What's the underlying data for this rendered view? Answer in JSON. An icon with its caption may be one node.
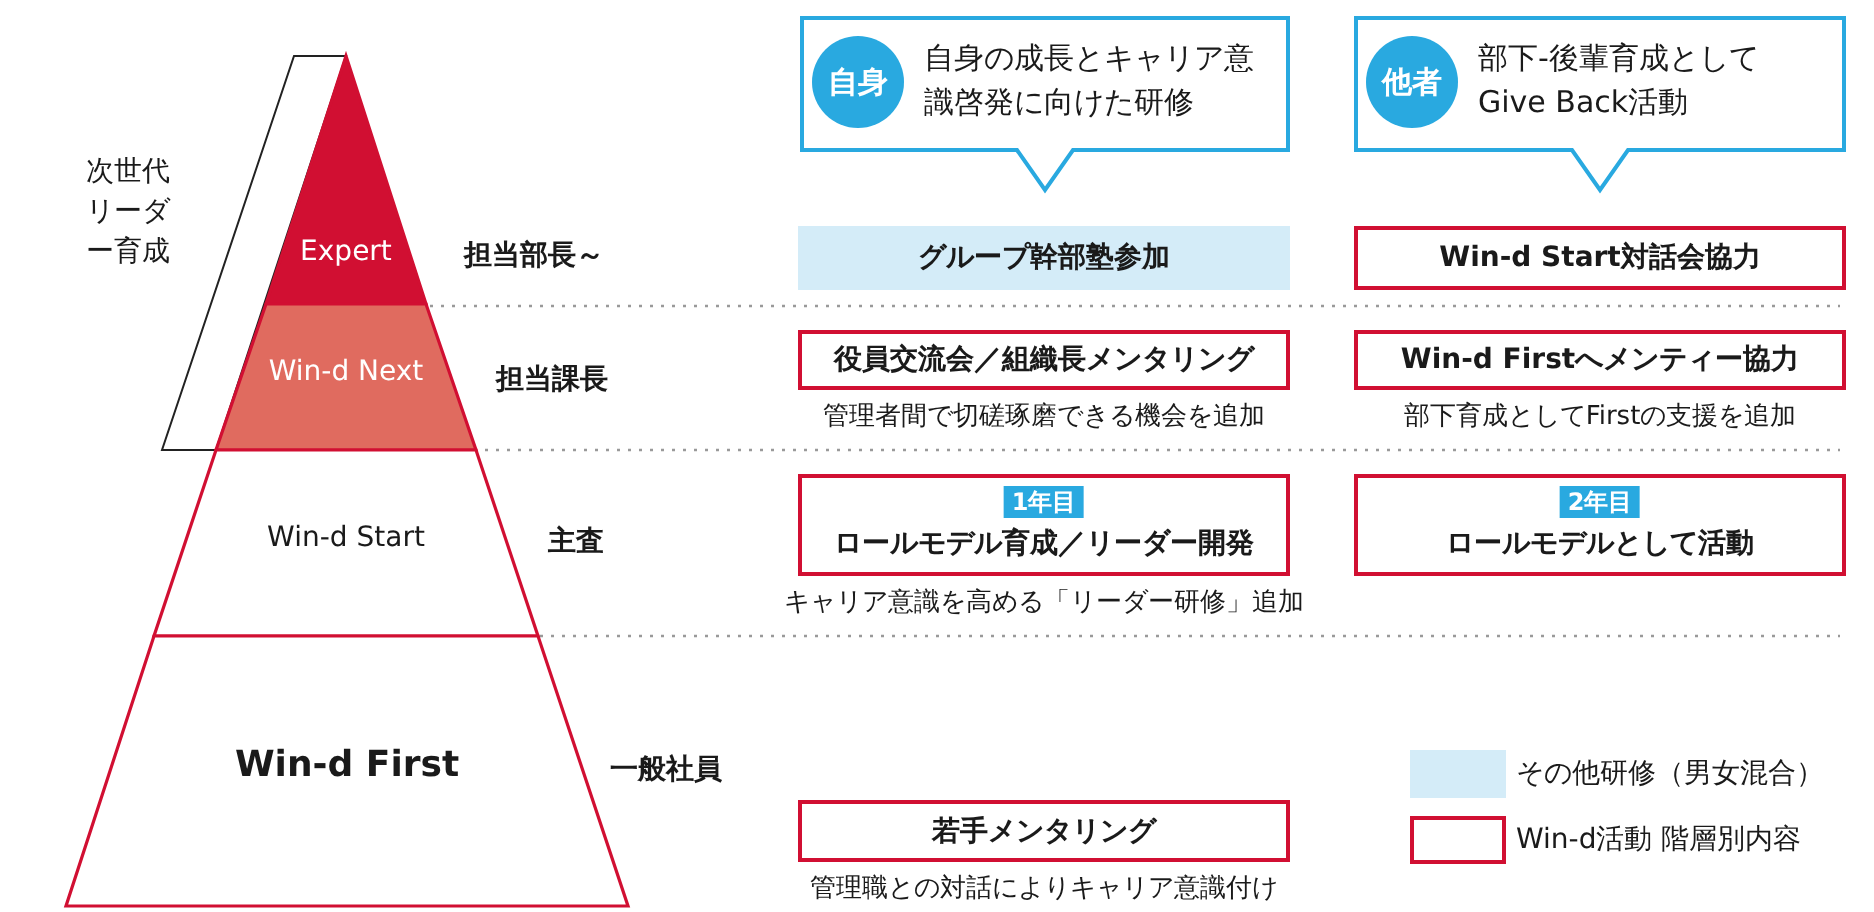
{
  "diagram": {
    "nodes": [
      {
        "text": [
          "Expert"
        ]
      },
      {
        "text": [
          "Win-d Next"
        ]
      },
      {
        "text": [
          "Win-d Start"
        ]
      },
      {
        "text": [
          "Win-d First"
        ]
      },
      {
        "text": [
          "次世代リーダー育成"
        ]
      },
      {
        "text": [
          "自身の成長とキャリア意識啓発に向けた研修"
        ]
      },
      {
        "text": [
          "自身"
        ],
        "in": 5
      },
      {
        "text": [
          "部下-後輩育成として Give Back活動"
        ]
      },
      {
        "text": [
          "他者"
        ],
        "in": 7
      },
      {
        "text": [
          "グループ幹部塾参加"
        ]
      },
      {
        "text": [
          "Win-d Start対話会協力"
        ]
      },
      {
        "text": [
          "役員交流会／組織長メンタリング"
        ],
        "beside": [
          "管理者間で切磋琢磨できる機会を追加"
        ]
      },
      {
        "text": [
          "Win-d Firstへメンティー協力"
        ],
        "beside": [
          "部下育成としてFirstの支援を追加"
        ]
      },
      {
        "text": [
          "ロールモデル育成／リーダー開発"
        ],
        "beside": [
          "キャリア意識を高める「リーダー研修」追加"
        ]
      },
      {
        "text": [
          "1年目"
        ],
        "in": 13
      },
      {
        "text": [
          "ロールモデルとして活動"
        ]
      },
      {
        "text": [
          "2年目"
        ],
        "in": 15
      },
      {
        "text": [
          "若手メンタリング"
        ],
        "beside": [
          "管理職との対話によりキャリア意識付け"
        ]
      }
    ],
    "edges": [],
    "labels": [
      "担当部長～",
      "担当課長",
      "主査",
      "一般社員"
    ],
    "legend": [
      {
        "text": "その他研修（男女混合）",
        "color": "#d4ecf8"
      },
      {
        "text": "Win-d活動 階層別内容"
      }
    ]
  }
}
